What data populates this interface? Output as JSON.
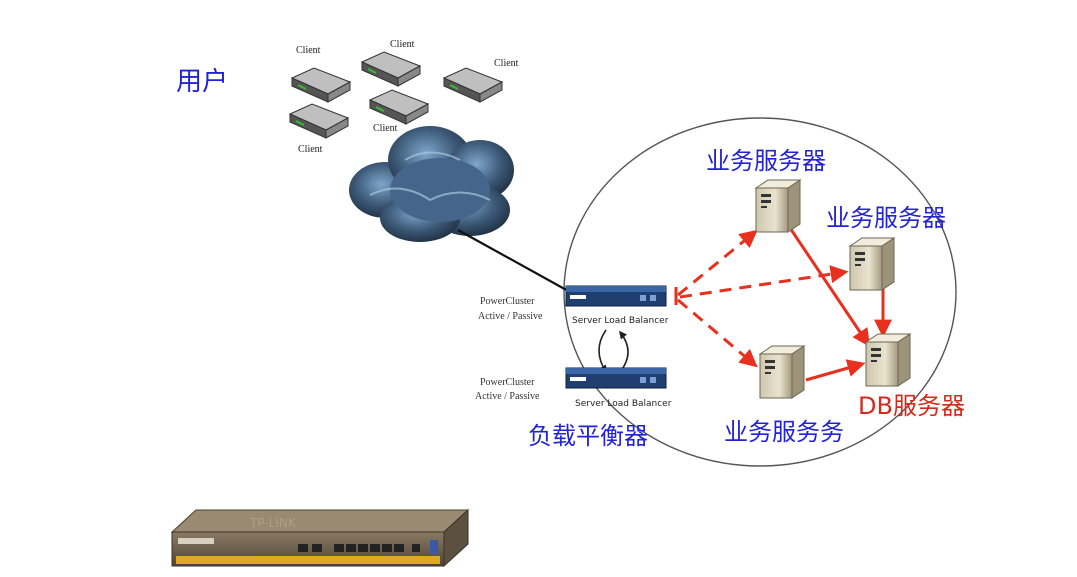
{
  "labels": {
    "users": "用户",
    "client": "Client",
    "powercluster": "PowerCluster",
    "active_passive": "Active / Passive",
    "slb": "Server Load Balancer",
    "load_balancer": "负载平衡器",
    "biz_server_top": "业务服务器",
    "biz_server_right": "业务服务器",
    "biz_server_bottom": "业务服务务",
    "db_server": "DB服务器",
    "router_brand": "TP-LINK"
  },
  "colors": {
    "blue_label": "#2323d6",
    "red_label": "#d42a1c",
    "arrow_red": "#e8301f",
    "cloud": "#3d5a78"
  },
  "icons": [
    "client-device-icon",
    "cloud-icon",
    "load-balancer-icon",
    "server-tower-icon",
    "db-server-icon",
    "router-device-icon"
  ]
}
